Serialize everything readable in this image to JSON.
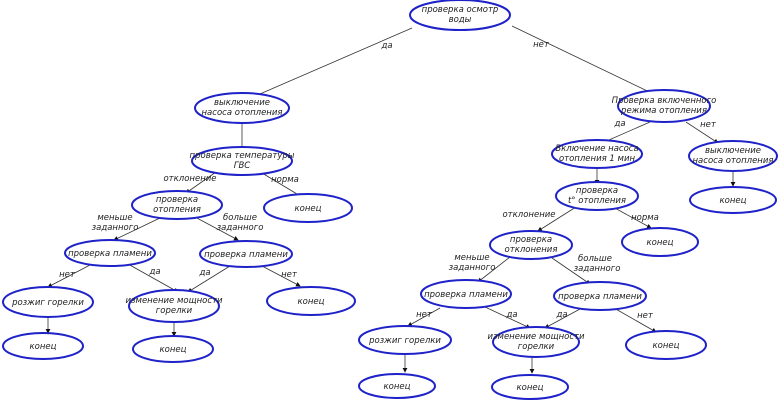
{
  "nodes": {
    "root": [
      "проверка осмотр",
      "воды"
    ],
    "pump_on": [
      "выключение",
      "насоса отопления"
    ],
    "check_heat": [
      "Проверка включенного",
      "режима отопления"
    ],
    "temp_check": [
      "проверка температуры",
      "ГВС"
    ],
    "end_norm_l": [
      "конец"
    ],
    "check_ign": [
      "проверка",
      "отопления"
    ],
    "flame_l": [
      "проверка пламени"
    ],
    "flame_r": [
      "проверка пламени"
    ],
    "ignite_l": [
      "розжиг горелки"
    ],
    "power_l": [
      "изменение мощности",
      "горелки"
    ],
    "end_no_l": [
      "конец"
    ],
    "end_ign_l": [
      "конец"
    ],
    "end_pow_l": [
      "конец"
    ],
    "pump1min": [
      "Включение насоса",
      "отопления 1 мин"
    ],
    "pump_off": [
      "выключение",
      "насоса отопления"
    ],
    "t_heat": [
      "проверка",
      "t° отопления"
    ],
    "end_off": [
      "конец"
    ],
    "check_ign2": [
      "проверка",
      "отклонения"
    ],
    "end_norm_r": [
      "конец"
    ],
    "flame_l2": [
      "проверка пламени"
    ],
    "flame_r2": [
      "проверка пламени"
    ],
    "ignite_r": [
      "розжиг горелки"
    ],
    "power_r": [
      "изменение мощности",
      "горелки"
    ],
    "end_no_r": [
      "конец"
    ],
    "end_ign_r": [
      "конец"
    ],
    "end_pow_r": [
      "конец"
    ]
  },
  "labels": {
    "da": "да",
    "net": "нет",
    "otklonenie": "отклонение",
    "norma": "норма",
    "menshe1": "меньше",
    "menshe2": "заданного",
    "bolshe1": "больше",
    "bolshe2": "заданного"
  }
}
